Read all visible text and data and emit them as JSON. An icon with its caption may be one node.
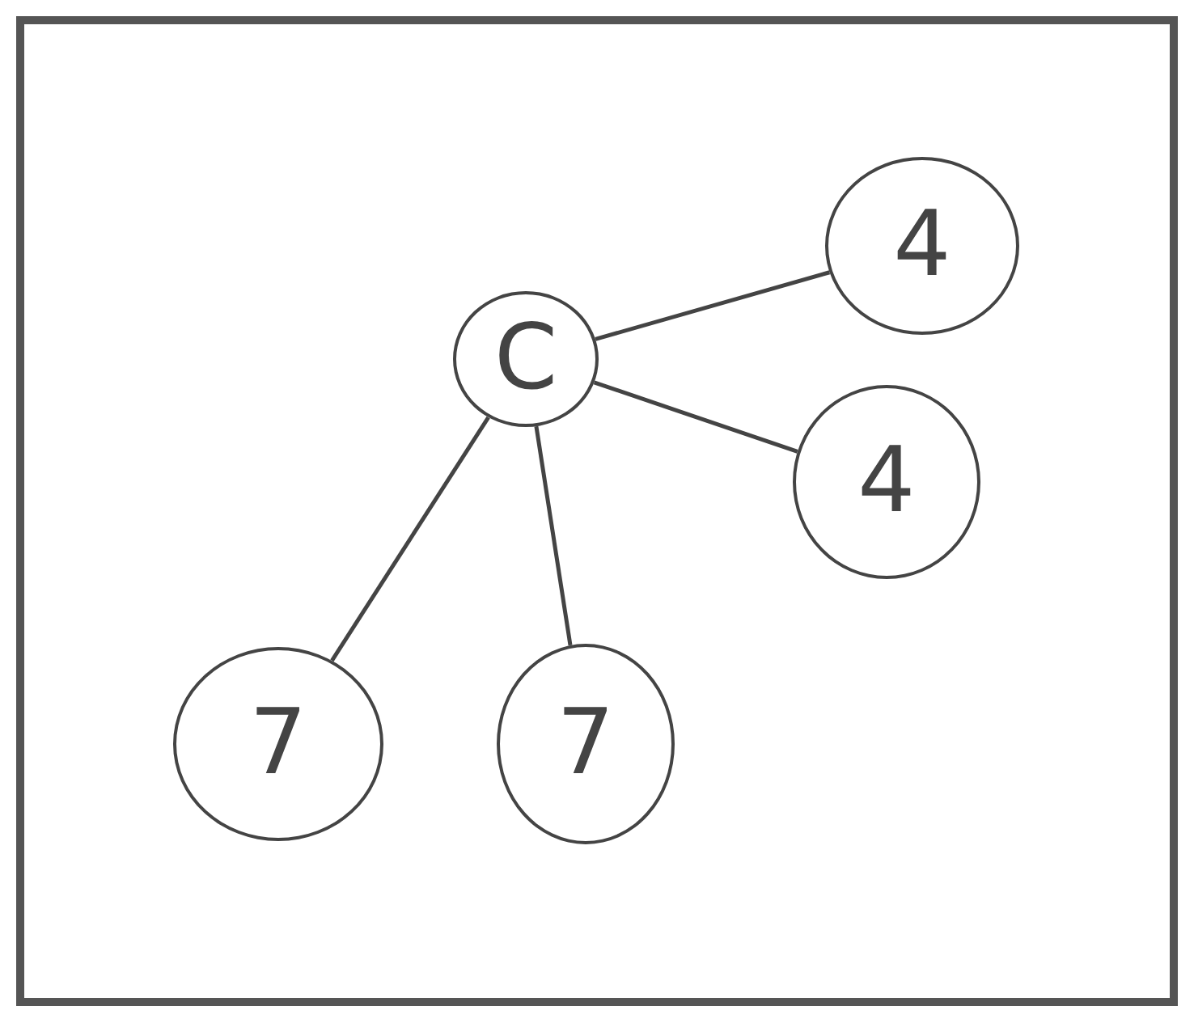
{
  "diagram": {
    "nodes": [
      {
        "text": [
          "C"
        ]
      },
      {
        "text": [
          "4"
        ]
      },
      {
        "text": [
          "4"
        ]
      },
      {
        "text": [
          "7"
        ]
      },
      {
        "text": [
          "7"
        ]
      }
    ],
    "edges": [
      {
        "from": 0,
        "to": 1,
        "arrow": "none"
      },
      {
        "from": 0,
        "to": 2,
        "arrow": "none"
      },
      {
        "from": 0,
        "to": 3,
        "arrow": "none"
      },
      {
        "from": 0,
        "to": 4,
        "arrow": "none"
      }
    ]
  }
}
